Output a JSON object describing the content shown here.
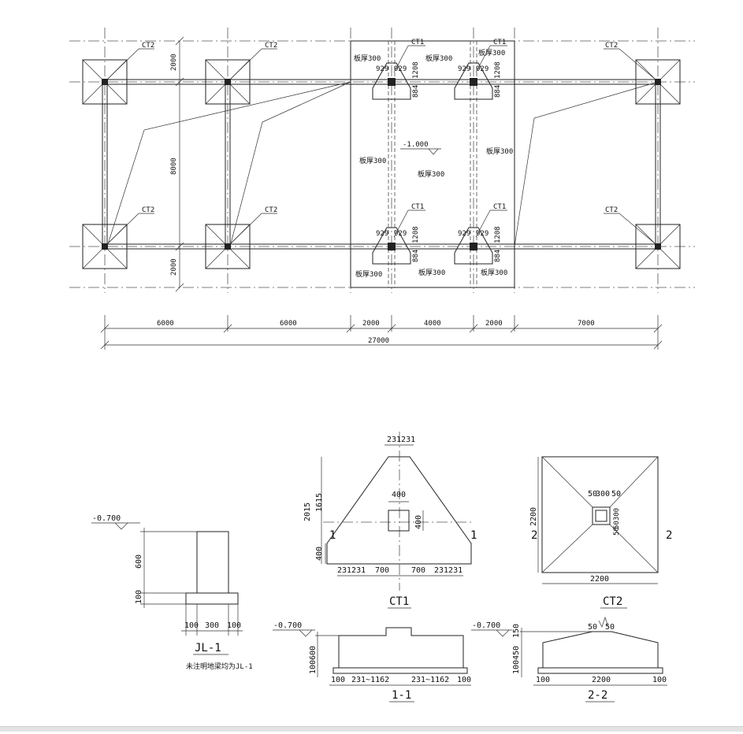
{
  "plan": {
    "ct2_tag": "CT2",
    "ct1_tag": "CT1",
    "slab": "板厚300",
    "level": "-1.000",
    "v_dims": [
      "2000",
      "8000",
      "2000"
    ],
    "h_dims": [
      "6000",
      "6000",
      "2000",
      "4000",
      "2000",
      "7000"
    ],
    "total": "27000",
    "ct1_dims": [
      "929",
      "929",
      "1208",
      "884"
    ]
  },
  "jl1": {
    "level": "-0.700",
    "h600": "600",
    "h100": "100",
    "w": [
      "100",
      "300",
      "100"
    ],
    "title": "JL-1",
    "note": "未注明地梁均为JL-1"
  },
  "ct1": {
    "top": "231231",
    "w400": "400",
    "h400": "400",
    "h2015": "2015",
    "h1615": "1615",
    "h400b": "400",
    "sec": "1",
    "bot": [
      "231231",
      "700",
      "700",
      "231231"
    ],
    "title": "CT1"
  },
  "ct2": {
    "top": [
      "50",
      "300",
      "50"
    ],
    "side": "50300",
    "side2": "50",
    "h": "2200",
    "w": "2200",
    "sec": "2",
    "title": "CT2"
  },
  "s11": {
    "level": "-0.700",
    "h600": "600",
    "h100": "100",
    "bot": [
      "100",
      "231~1162",
      "231~1162",
      "100"
    ],
    "title": "1-1"
  },
  "s22": {
    "level": "-0.700",
    "h150": "150",
    "h450": "450",
    "h100": "100",
    "top": [
      "50",
      "50"
    ],
    "bot": [
      "100",
      "2200",
      "100"
    ],
    "title": "2-2"
  }
}
